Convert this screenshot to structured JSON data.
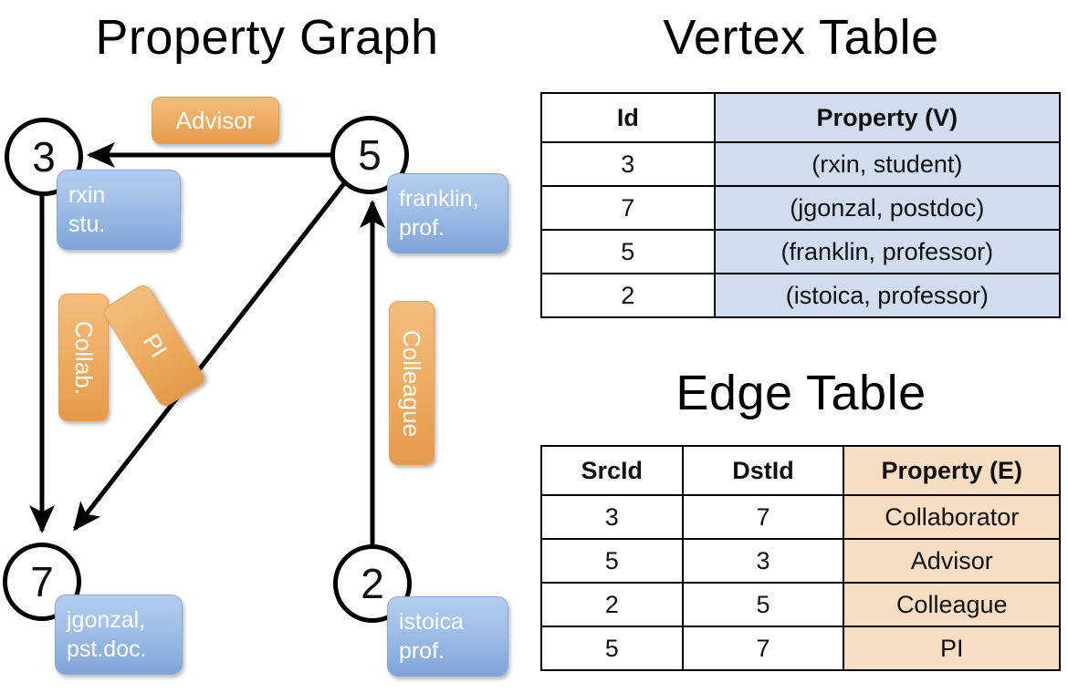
{
  "titles": {
    "property_graph": "Property Graph",
    "vertex_table": "Vertex Table",
    "edge_table": "Edge Table"
  },
  "graph": {
    "nodes": [
      {
        "id": "3",
        "label": "3",
        "property_lines": [
          "rxin",
          "stu."
        ]
      },
      {
        "id": "5",
        "label": "5",
        "property_lines": [
          "franklin,",
          "prof."
        ]
      },
      {
        "id": "7",
        "label": "7",
        "property_lines": [
          "jgonzal,",
          "pst.doc."
        ]
      },
      {
        "id": "2",
        "label": "2",
        "property_lines": [
          "istoica",
          "prof."
        ]
      }
    ],
    "edge_labels": [
      {
        "name": "advisor",
        "text": "Advisor",
        "orientation": "horizontal"
      },
      {
        "name": "collab",
        "text": "Collab.",
        "orientation": "vertical"
      },
      {
        "name": "pi",
        "text": "PI",
        "orientation": "rotated"
      },
      {
        "name": "colleague",
        "text": "Colleague",
        "orientation": "vertical"
      }
    ],
    "edges": [
      {
        "src": "5",
        "dst": "3",
        "label": "Advisor"
      },
      {
        "src": "3",
        "dst": "7",
        "label": "Collab."
      },
      {
        "src": "5",
        "dst": "7",
        "label": "PI"
      },
      {
        "src": "2",
        "dst": "5",
        "label": "Colleague"
      }
    ]
  },
  "vertex_table": {
    "headers": [
      "Id",
      "Property (V)"
    ],
    "rows": [
      {
        "id": "3",
        "property": "(rxin, student)"
      },
      {
        "id": "7",
        "property": "(jgonzal, postdoc)"
      },
      {
        "id": "5",
        "property": "(franklin, professor)"
      },
      {
        "id": "2",
        "property": "(istoica, professor)"
      }
    ]
  },
  "edge_table": {
    "headers": [
      "SrcId",
      "DstId",
      "Property (E)"
    ],
    "rows": [
      {
        "src": "3",
        "dst": "7",
        "property": "Collaborator"
      },
      {
        "src": "5",
        "dst": "3",
        "property": "Advisor"
      },
      {
        "src": "2",
        "dst": "5",
        "property": "Colleague"
      },
      {
        "src": "5",
        "dst": "7",
        "property": "PI"
      }
    ]
  },
  "colors": {
    "vertex_property_fill": "#d0ddef",
    "edge_property_fill": "#f7ddc2",
    "node_box_blue": "#7ea5d8",
    "edge_label_orange": "#efae64",
    "stroke": "#000000"
  }
}
